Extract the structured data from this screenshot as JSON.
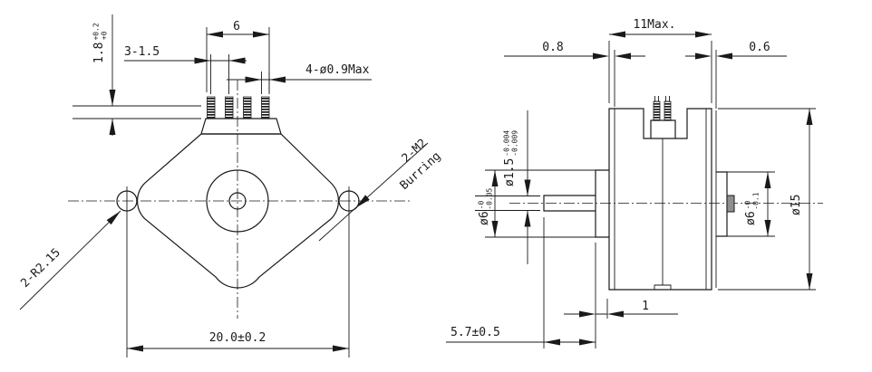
{
  "drawing": {
    "front_view": {
      "pin_group_width": "6",
      "pin_pitch": "3-1.5",
      "base_height": {
        "nominal": "1.8",
        "tol_upper": "+0.2",
        "tol_lower": "+0"
      },
      "pin_diameter": "4-ø0.9Max",
      "tap_callout_line1": "2-M2",
      "tap_callout_line2": "Burring",
      "radius_callout": "2-R2.15",
      "mounting_hole_spacing": "20.0±0.2"
    },
    "side_view": {
      "body_length": "11Max.",
      "front_boss_thickness": "0.8",
      "rear_boss_thickness": "0.6",
      "shaft_diameter": {
        "nominal": "ø1.5",
        "tol_upper": "-0.004",
        "tol_lower": "-0.009"
      },
      "front_pilot_diameter": {
        "nominal": "ø6",
        "tol_upper": "-0",
        "tol_lower": "-0.05"
      },
      "rear_pilot_diameter": {
        "nominal": "ø6",
        "tol_upper": "-0",
        "tol_lower": "-0.1"
      },
      "outer_diameter": "ø15",
      "pilot_length": "1",
      "shaft_length": "5.7±0.5"
    },
    "colors": {
      "line": "#1a1a1a",
      "background": "#ffffff"
    }
  }
}
